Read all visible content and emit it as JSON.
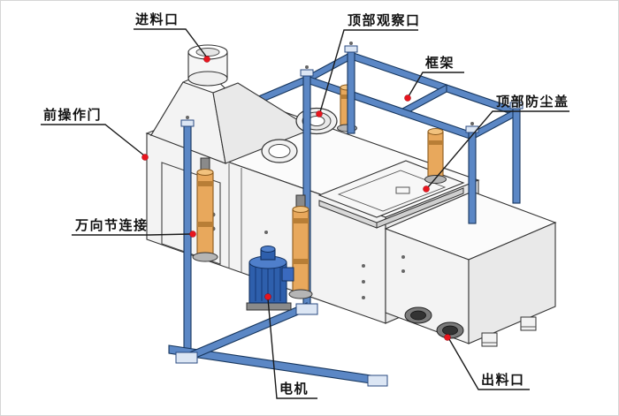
{
  "labels": [
    {
      "id": "feed-inlet",
      "text": "进料口"
    },
    {
      "id": "top-observation-port",
      "text": "顶部观察口"
    },
    {
      "id": "frame",
      "text": "框架"
    },
    {
      "id": "top-dust-cover",
      "text": "顶部防尘盖"
    },
    {
      "id": "front-operation-door",
      "text": "前操作门"
    },
    {
      "id": "universal-joint-connection",
      "text": "万向节连接"
    },
    {
      "id": "motor",
      "text": "电机"
    },
    {
      "id": "discharge-outlet",
      "text": "出料口"
    }
  ],
  "colors": {
    "frame_blue": "#5b87c5",
    "joint_orange": "#e8a85c",
    "motor_blue": "#2e5fac",
    "callout_red": "#e8151e",
    "line_black": "#1a1a1a"
  }
}
